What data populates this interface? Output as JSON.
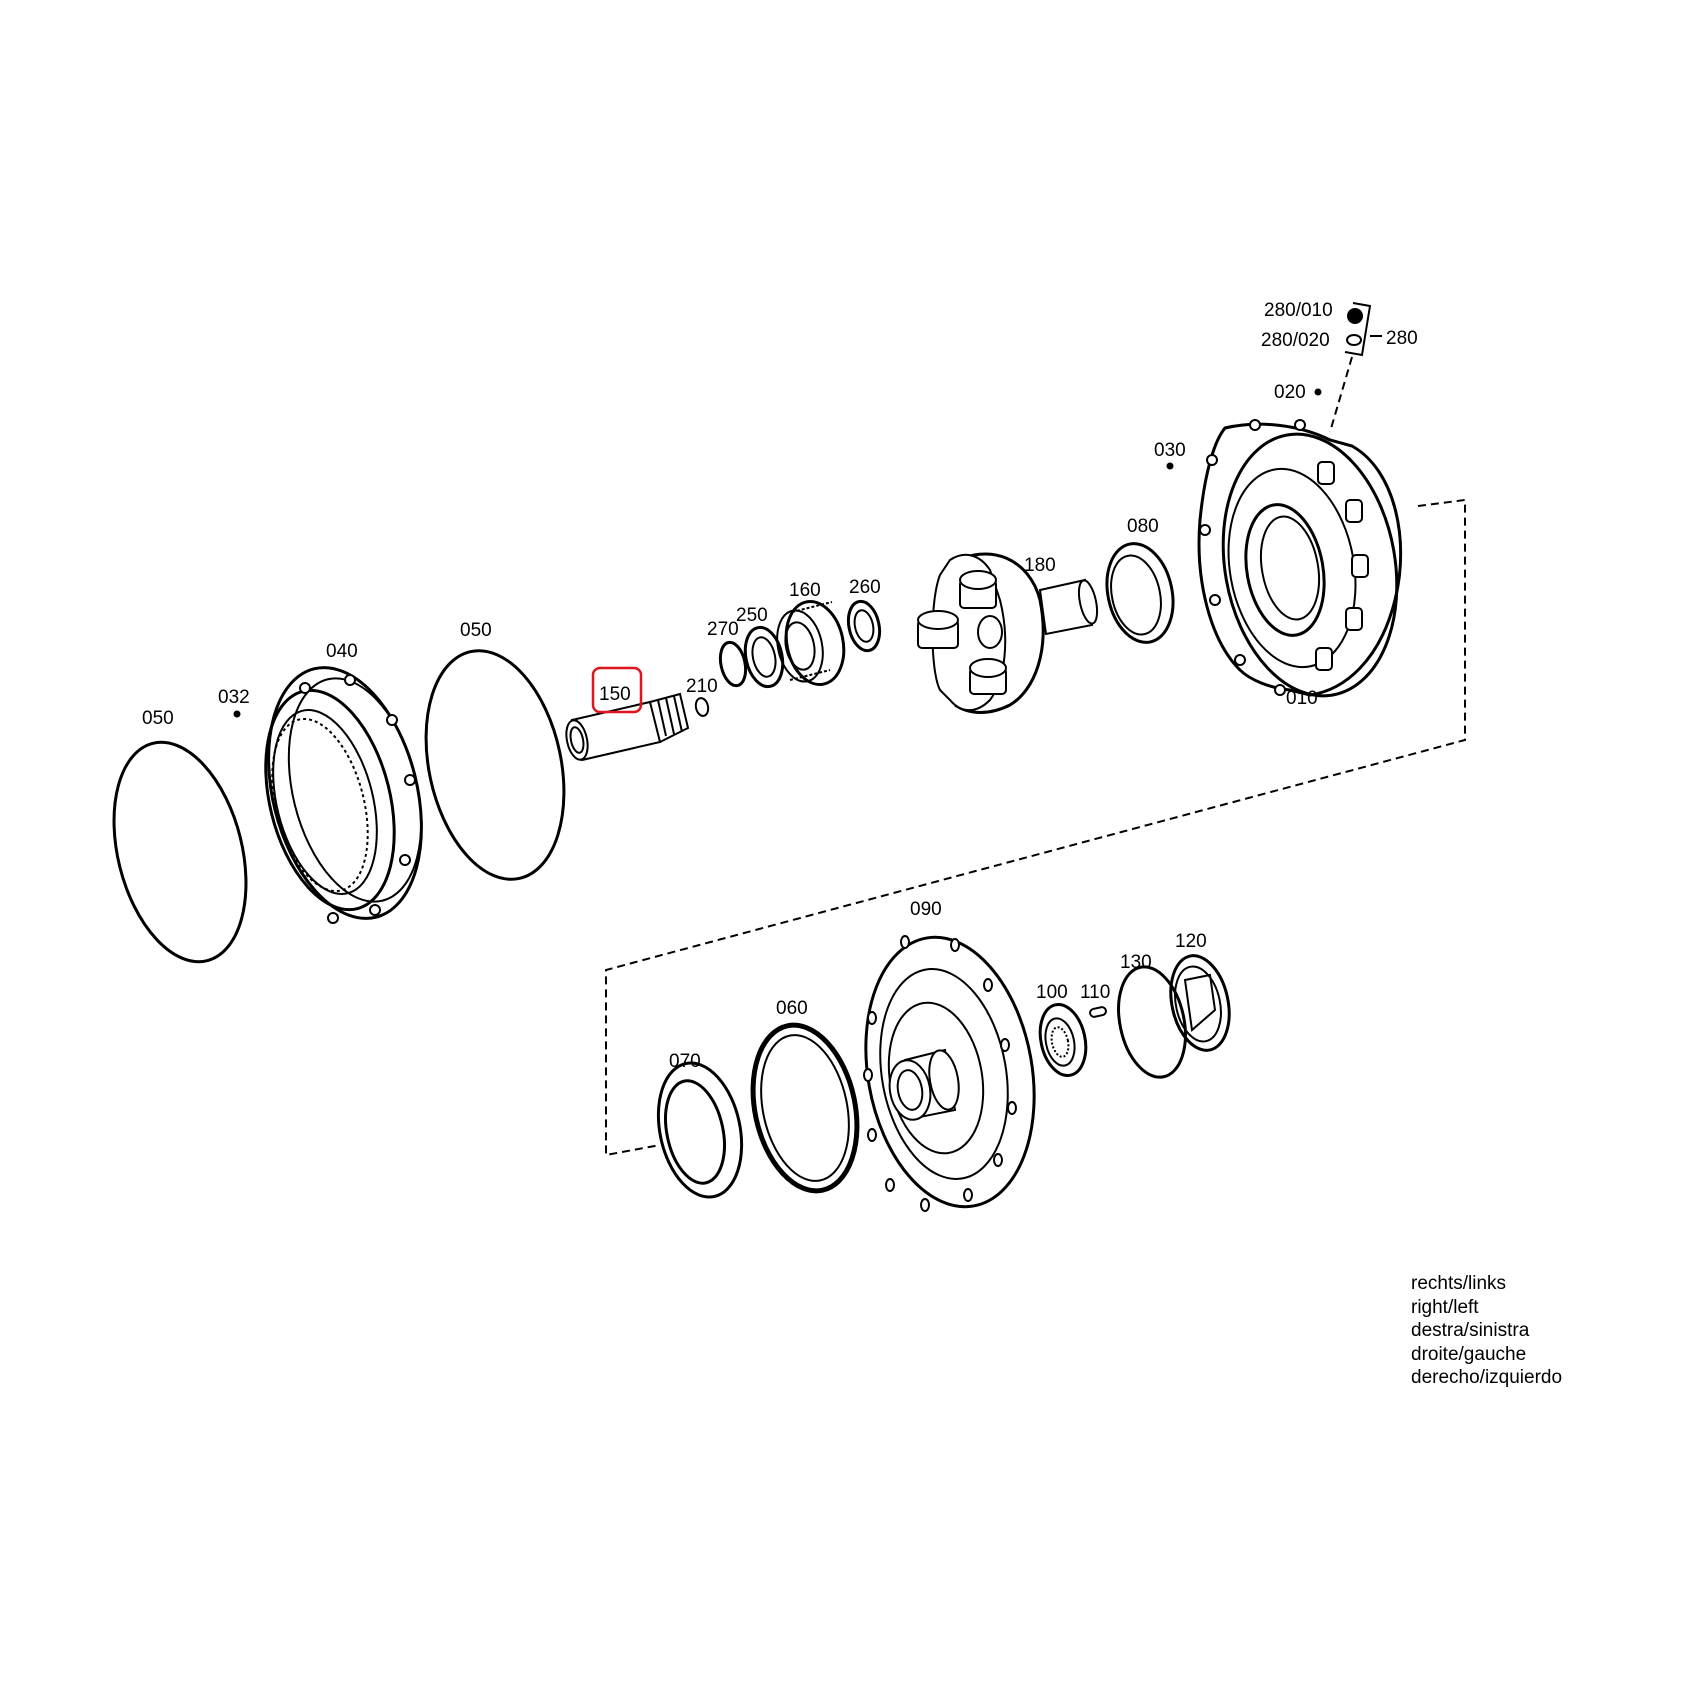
{
  "labels": {
    "l_010": "010",
    "l_020": "020",
    "l_030": "030",
    "l_032": "032",
    "l_040": "040",
    "l_050a": "050",
    "l_050b": "050",
    "l_060": "060",
    "l_070": "070",
    "l_080": "080",
    "l_090": "090",
    "l_100": "100",
    "l_110": "110",
    "l_120": "120",
    "l_130": "130",
    "l_150": "150",
    "l_160": "160",
    "l_180": "180",
    "l_210": "210",
    "l_250": "250",
    "l_260": "260",
    "l_270": "270",
    "l_280": "280",
    "l_280_010": "280/010",
    "l_280_020": "280/020"
  },
  "highlighted_part": "150",
  "highlight_color": "#e0141e",
  "legend": [
    "rechts/links",
    "right/left",
    "destra/sinistra",
    "droite/gauche",
    "derecho/izquierdo"
  ]
}
